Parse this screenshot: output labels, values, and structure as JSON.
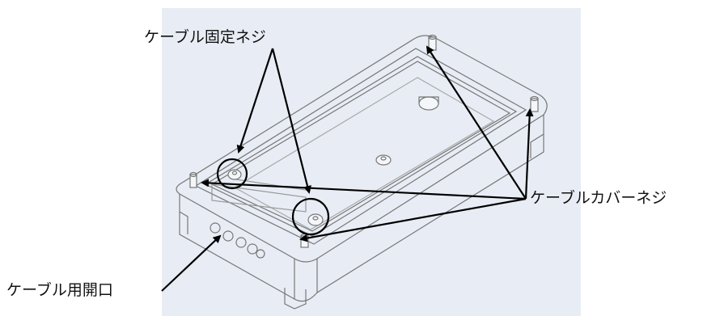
{
  "labels": {
    "cable_fixing_screw": "ケーブル固定ネジ",
    "cable_cover_screw": "ケーブルカバーネジ",
    "cable_opening": "ケーブル用開口"
  },
  "colors": {
    "background_panel": "#e8edf5",
    "line": "#000000",
    "part_outline": "#777777"
  }
}
